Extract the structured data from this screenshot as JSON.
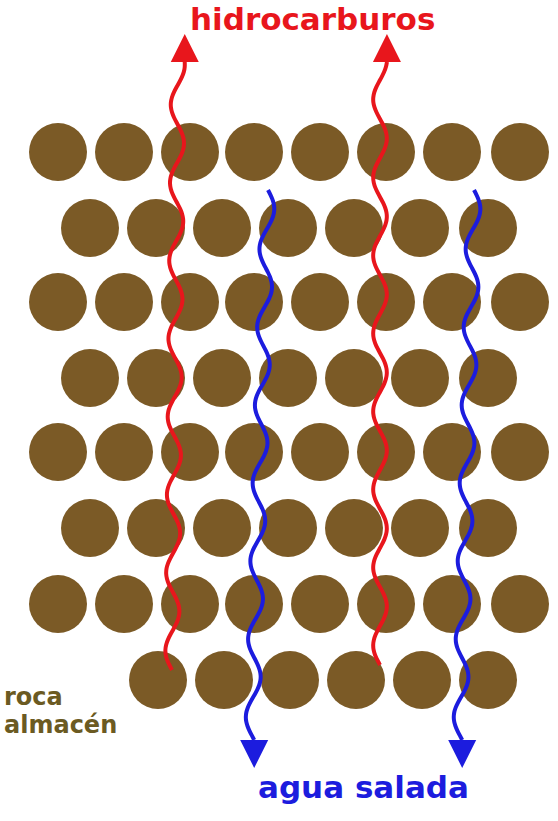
{
  "diagram": {
    "labels": [
      "hidrocarburos",
      "roca almacén",
      "agua salada"
    ]
  }
}
